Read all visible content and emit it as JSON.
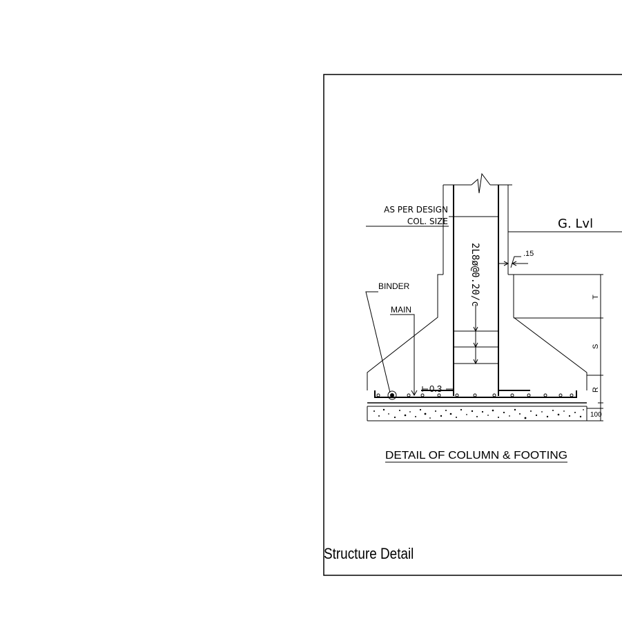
{
  "labels": {
    "as_per_design": "AS PER DESIGN",
    "col_size": "COL. SIZE",
    "binder": "BINDER",
    "main": "MAIN",
    "ground_level": "G. Lvl",
    "clear_gap": ".15",
    "stirrups": "2L8ø@0.20/c",
    "bar_spacing": "0.3",
    "dim_t": "T",
    "dim_s": "S",
    "dim_r": "R",
    "dim_pcc": "100",
    "detail_title": "DETAIL OF COLUMN & FOOTING"
  },
  "title_block": {
    "title": "Structure Detail"
  }
}
